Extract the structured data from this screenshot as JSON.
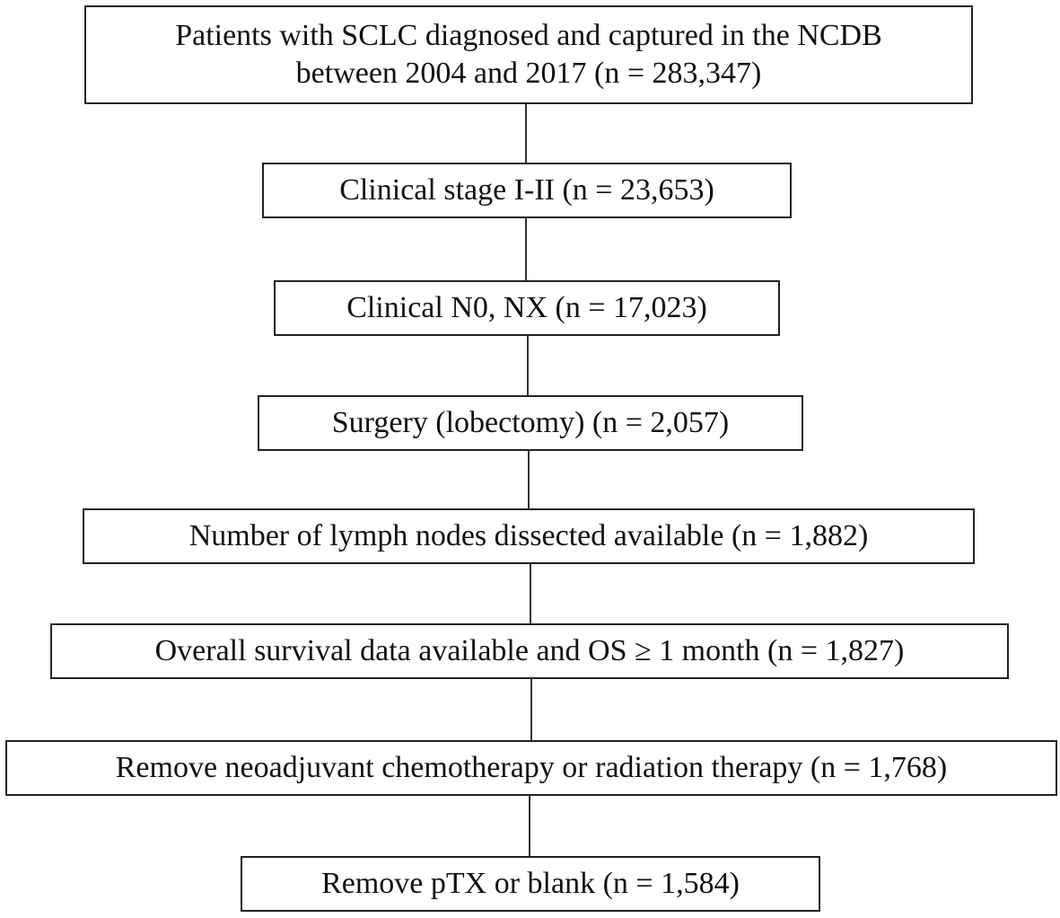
{
  "flowchart": {
    "steps": [
      {
        "line1": "Patients with SCLC diagnosed and captured in the NCDB",
        "line2": "between 2004 and 2017 (n = 283,347)"
      },
      {
        "label": "Clinical stage I-II (n = 23,653)"
      },
      {
        "label": "Clinical N0, NX (n = 17,023)"
      },
      {
        "label": "Surgery (lobectomy) (n = 2,057)"
      },
      {
        "label": "Number of lymph nodes dissected available (n = 1,882)"
      },
      {
        "label": "Overall survival data available and OS ≥ 1 month (n = 1,827)"
      },
      {
        "label": "Remove neoadjuvant chemotherapy or radiation therapy (n = 1,768)"
      },
      {
        "label": "Remove pTX or blank (n = 1,584)"
      }
    ]
  }
}
